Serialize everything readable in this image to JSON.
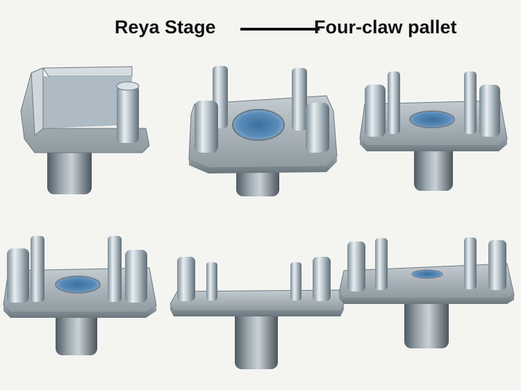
{
  "header": {
    "left_title": "Reya Stage",
    "right_title": "Four-claw pallet"
  },
  "products": [
    {
      "label": "u-bracket-single-pin"
    },
    {
      "label": "four-pin-round-hole-large"
    },
    {
      "label": "four-pin-oval-hole"
    },
    {
      "label": "four-pin-oval-hole-lower"
    },
    {
      "label": "four-pin-flat-plate"
    },
    {
      "label": "four-pin-wide-plate"
    }
  ]
}
